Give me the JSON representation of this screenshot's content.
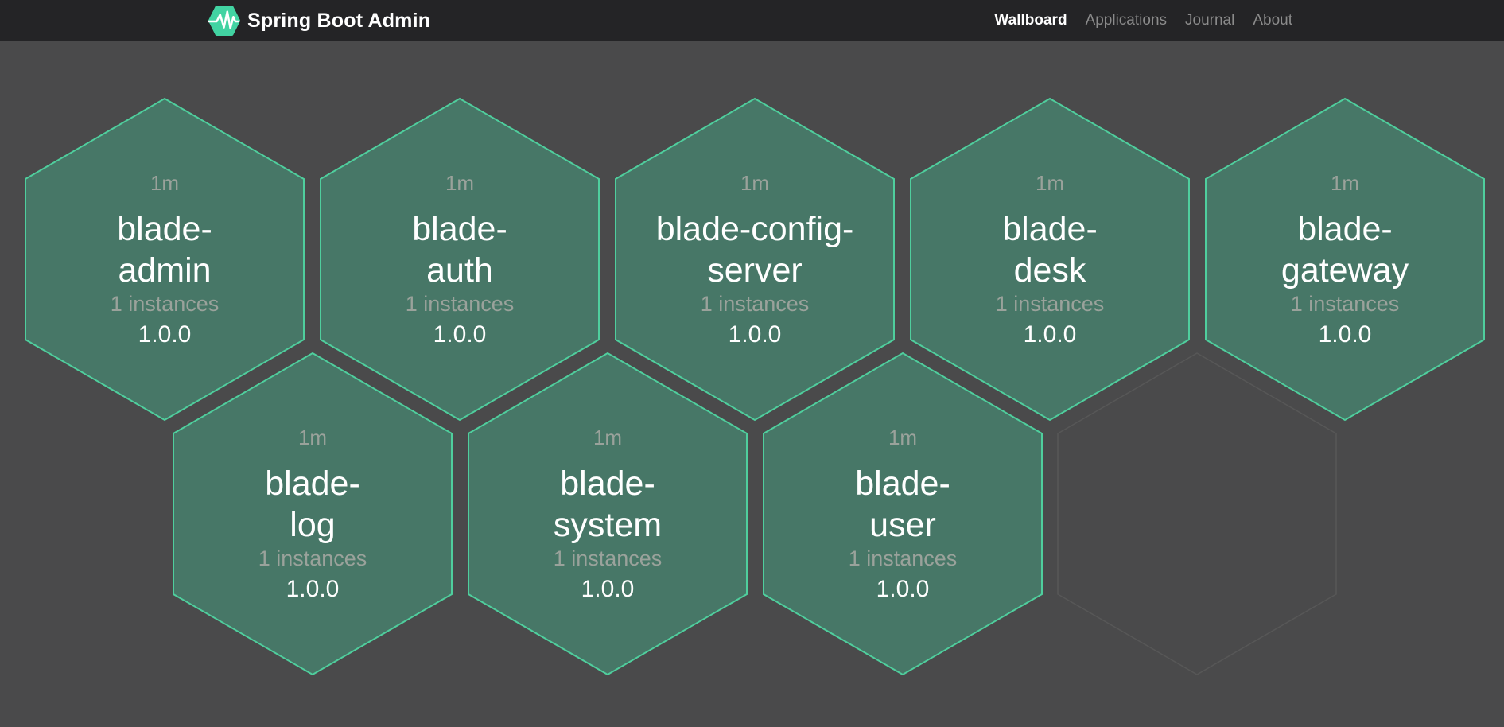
{
  "header": {
    "brand": "Spring Boot Admin",
    "nav": [
      {
        "label": "Wallboard",
        "active": true
      },
      {
        "label": "Applications",
        "active": false
      },
      {
        "label": "Journal",
        "active": false
      },
      {
        "label": "About",
        "active": false
      }
    ]
  },
  "icons": {
    "logo": "hexagon-pulse-icon"
  },
  "colors": {
    "header_bg": "#242426",
    "page_bg": "#4a4a4b",
    "brand_green": "#42d3a2",
    "hexagon_fill": "#477767",
    "hexagon_border": "#4fce9d",
    "placeholder_border": "#575757",
    "muted_text": "#9aa29b",
    "primary_text": "#ffffff"
  },
  "apps": [
    {
      "uptime": "1m",
      "name": "blade-admin",
      "name_lines": [
        "blade-",
        "admin"
      ],
      "instances": "1 instances",
      "version": "1.0.0",
      "status": "up"
    },
    {
      "uptime": "1m",
      "name": "blade-auth",
      "name_lines": [
        "blade-",
        "auth"
      ],
      "instances": "1 instances",
      "version": "1.0.0",
      "status": "up"
    },
    {
      "uptime": "1m",
      "name": "blade-config-server",
      "name_lines": [
        "blade-config-",
        "server"
      ],
      "instances": "1 instances",
      "version": "1.0.0",
      "status": "up"
    },
    {
      "uptime": "1m",
      "name": "blade-desk",
      "name_lines": [
        "blade-",
        "desk"
      ],
      "instances": "1 instances",
      "version": "1.0.0",
      "status": "up"
    },
    {
      "uptime": "1m",
      "name": "blade-gateway",
      "name_lines": [
        "blade-",
        "gateway"
      ],
      "instances": "1 instances",
      "version": "1.0.0",
      "status": "up"
    },
    {
      "uptime": "1m",
      "name": "blade-log",
      "name_lines": [
        "blade-",
        "log"
      ],
      "instances": "1 instances",
      "version": "1.0.0",
      "status": "up"
    },
    {
      "uptime": "1m",
      "name": "blade-system",
      "name_lines": [
        "blade-",
        "system"
      ],
      "instances": "1 instances",
      "version": "1.0.0",
      "status": "up"
    },
    {
      "uptime": "1m",
      "name": "blade-user",
      "name_lines": [
        "blade-",
        "user"
      ],
      "instances": "1 instances",
      "version": "1.0.0",
      "status": "up"
    }
  ],
  "placeholder_hexagon": {
    "present": true,
    "label": ""
  }
}
